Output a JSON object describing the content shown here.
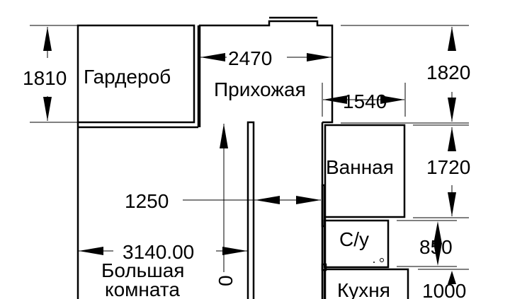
{
  "rooms": {
    "wardrobe": "Гардероб",
    "hallway": "Прихожая",
    "bathroom": "Ванная",
    "toilet": "С/у",
    "living_room_line1": "Большая",
    "living_room_line2": "комната",
    "kitchen": "Кухня"
  },
  "dimensions": {
    "wardrobe_height": "1810",
    "hallway_width": "2470",
    "hallway_height": "1820",
    "hallway_passage": "1540",
    "corridor_width": "1250",
    "living_room_width": "3140.00",
    "bathroom_height": "1720",
    "toilet_height": "850",
    "living_room_height_partial": "0",
    "kitchen_height_partial": "1000"
  }
}
